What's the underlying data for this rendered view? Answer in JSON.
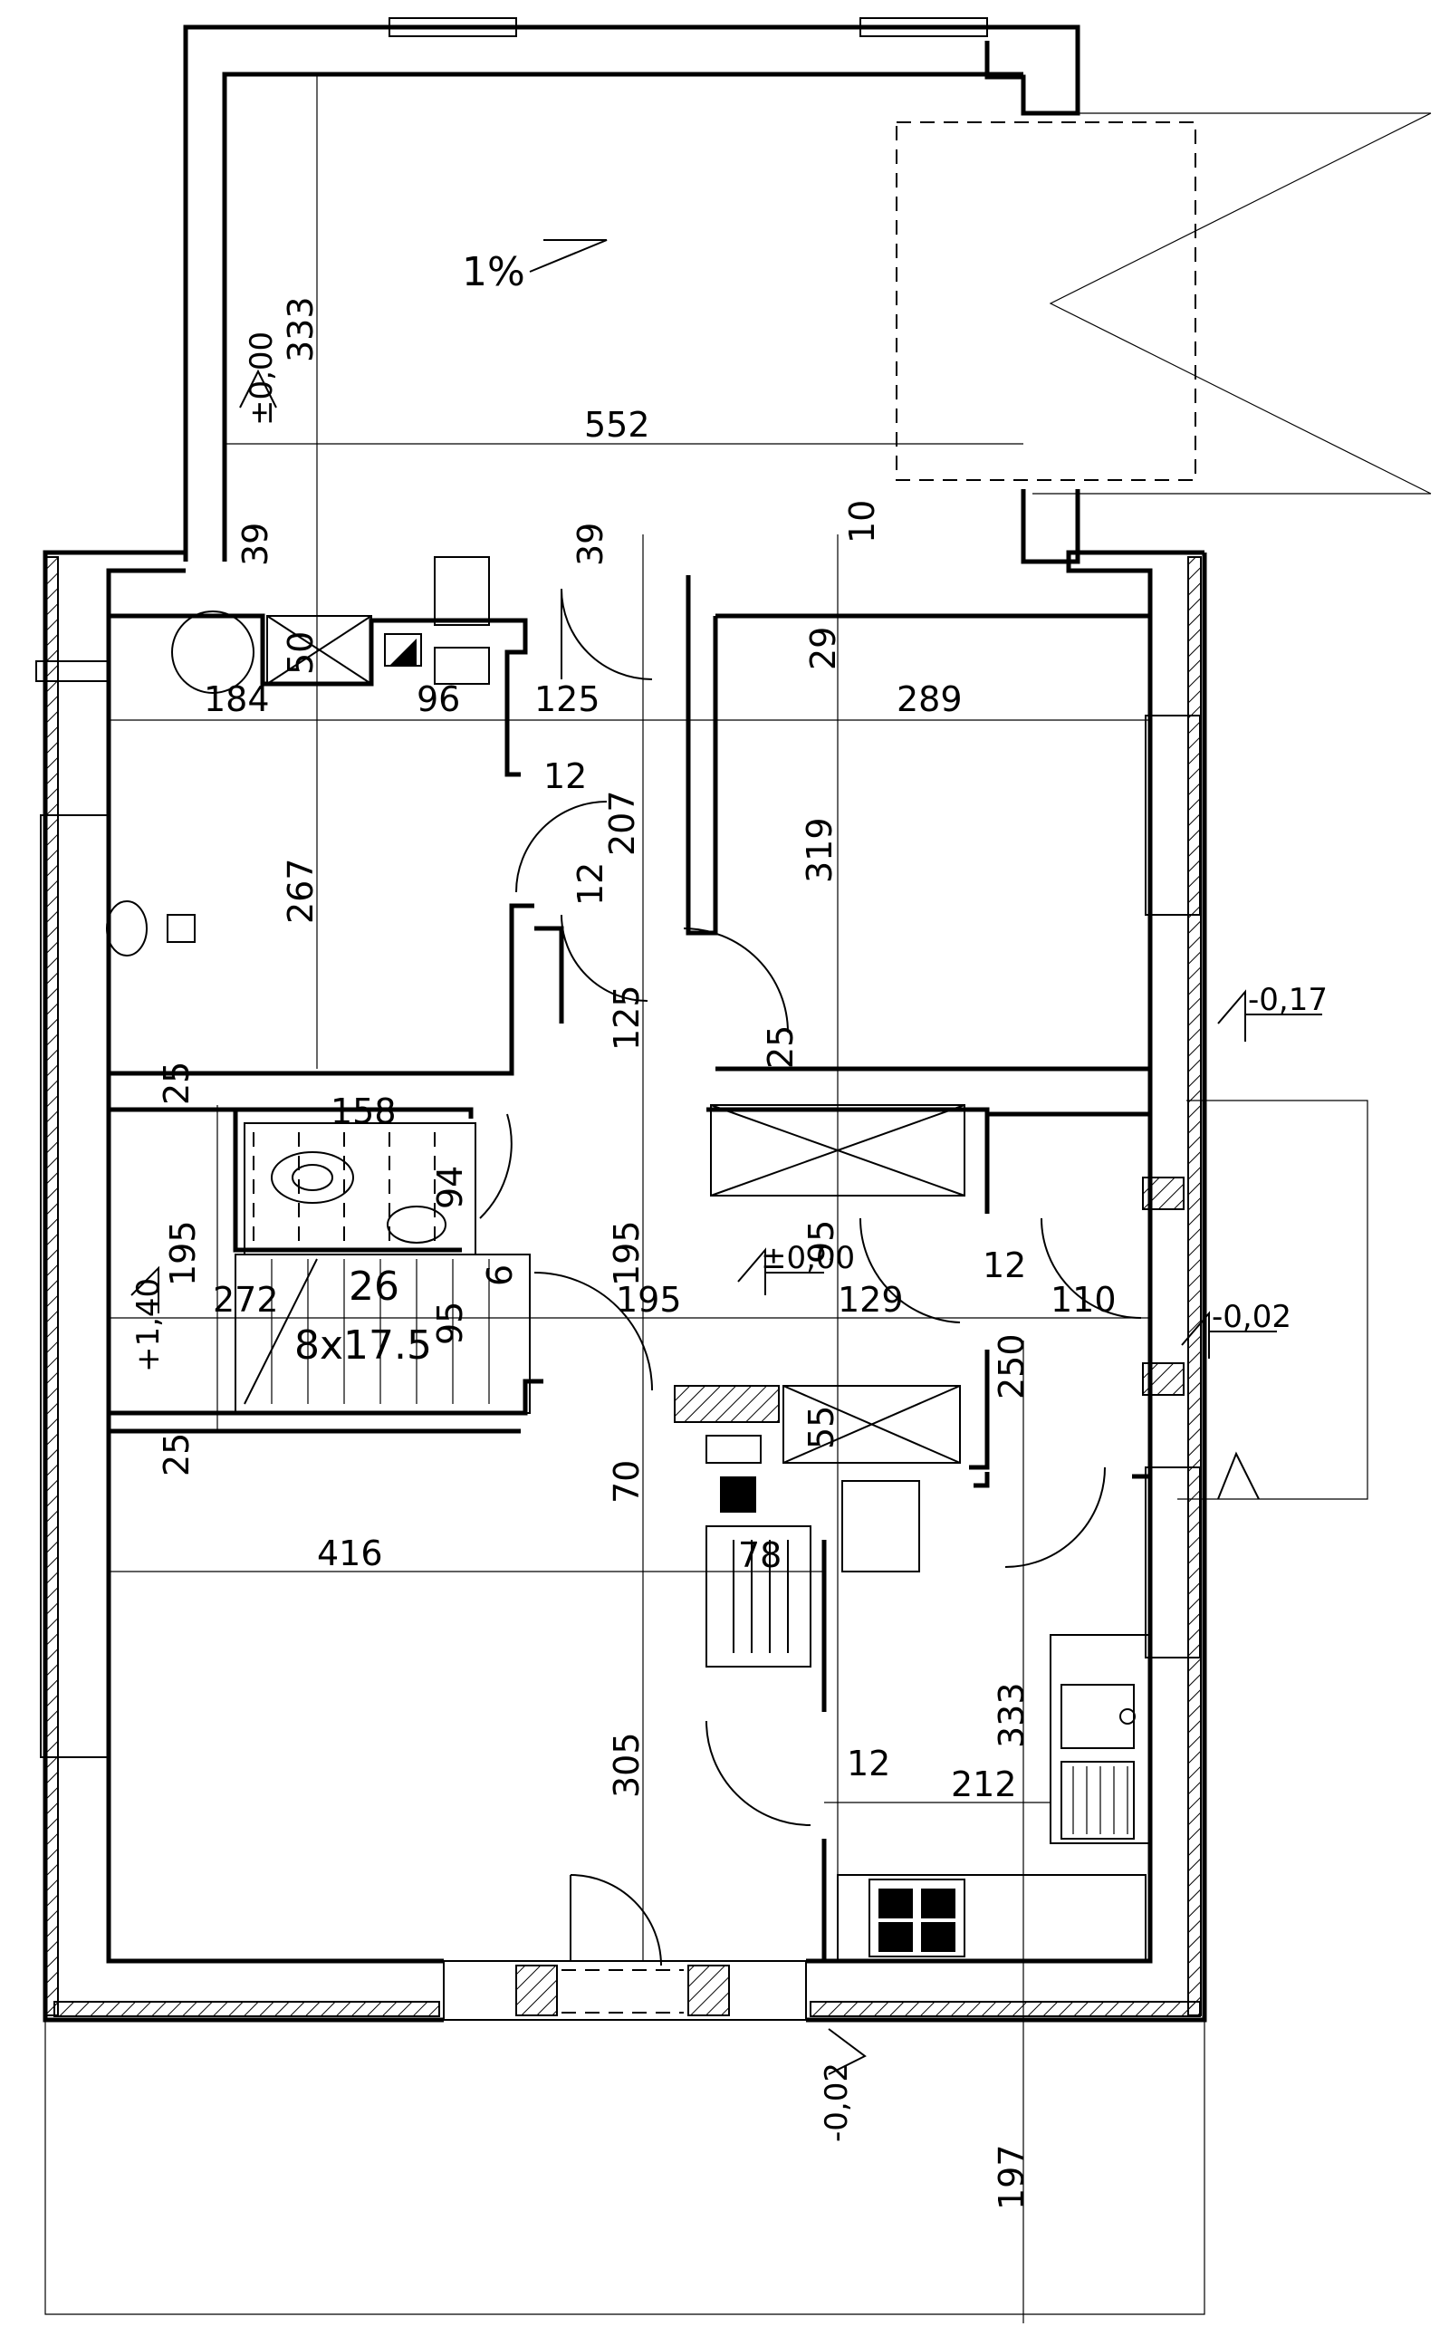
{
  "slope_label": "1%",
  "levels": {
    "terrace": "±0,00",
    "entry_step": "-0,17",
    "hall": "±0,00",
    "side_entry": "-0,02",
    "front_entry": "-0,02",
    "stair_landing": "+1,40"
  },
  "stairs": {
    "steps": "26",
    "size": "8x17.5"
  },
  "dimensions": {
    "d333_top": "333",
    "d552": "552",
    "d39a": "39",
    "d39b": "39",
    "d10": "10",
    "d29": "29",
    "d50": "50",
    "d184": "184",
    "d96": "96",
    "d125a": "125",
    "d289": "289",
    "d12a": "12",
    "d207": "207",
    "d12b": "12",
    "d319": "319",
    "d267": "267",
    "d125b": "125",
    "d25a": "25",
    "d25b": "25",
    "d158": "158",
    "d94": "94",
    "d195a": "195",
    "d195b": "195",
    "d195c": "195",
    "d95a": "95",
    "d95b": "95",
    "d6": "6",
    "d272": "272",
    "d129": "129",
    "d12c": "12",
    "d110": "110",
    "d250": "250",
    "d55": "55",
    "d70": "70",
    "d25c": "25",
    "d416": "416",
    "d78": "78",
    "d305": "305",
    "d333_kitchen": "333",
    "d12d": "12",
    "d212": "212",
    "d197": "197"
  }
}
